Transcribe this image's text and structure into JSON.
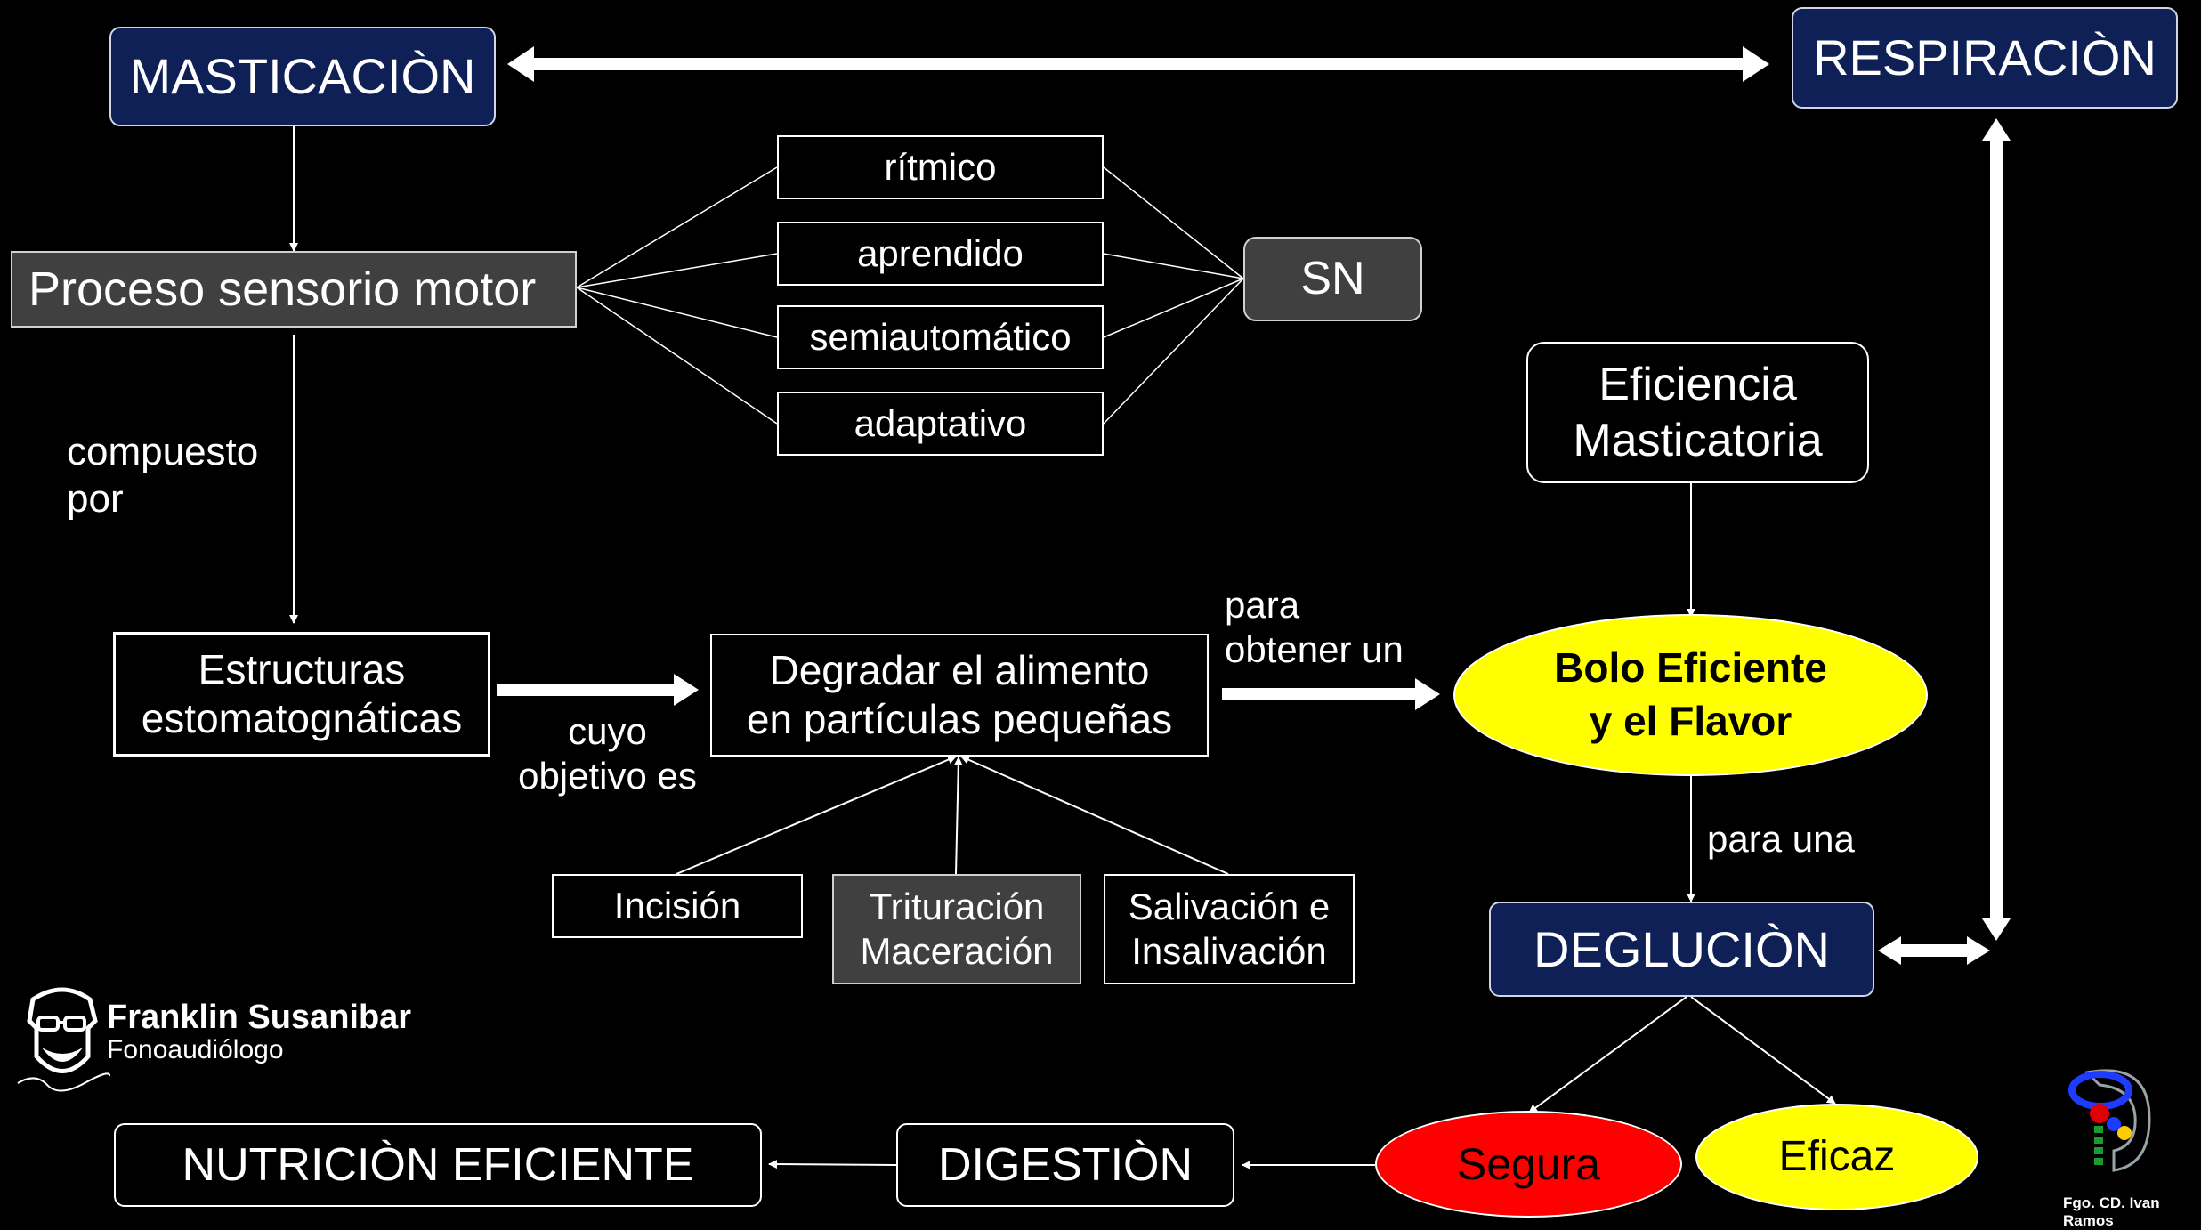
{
  "nodes": {
    "masticacion": "MASTICACIÒN",
    "respiracion": "RESPIRACIÒN",
    "proceso": "Proceso sensorio motor",
    "ritmico": "rítmico",
    "aprendido": "aprendido",
    "semiautomatico": "semiautomático",
    "adaptativo": "adaptativo",
    "sn": "SN",
    "eficiencia_line1": "Eficiencia",
    "eficiencia_line2": "Masticatoria",
    "estructuras_line1": "Estructuras",
    "estructuras_line2": "estomatognáticas",
    "degradar_line1": "Degradar el alimento",
    "degradar_line2": "en partículas pequeñas",
    "bolo_line1": "Bolo Eficiente",
    "bolo_line2": "y el Flavor",
    "incision": "Incisión",
    "trituracion_line1": "Trituración",
    "trituracion_line2": "Maceración",
    "salivacion_line1": "Salivación e",
    "salivacion_line2": "Insalivación",
    "deglucion": "DEGLUCIÒN",
    "segura": "Segura",
    "eficaz": "Eficaz",
    "digestion": "DIGESTIÒN",
    "nutricion": "NUTRICIÒN EFICIENTE"
  },
  "labels": {
    "compuesto_line1": "compuesto",
    "compuesto_line2": "por",
    "cuyo_line1": "cuyo",
    "cuyo_line2": "objetivo es",
    "para_line1": "para",
    "para_line2": "obtener un",
    "para_una": "para una"
  },
  "branding": {
    "name": "Franklin Susanibar",
    "role": "Fonoaudiólogo",
    "credit": "Fgo. CD. Ivan Ramos"
  },
  "colors": {
    "background": "#000000",
    "navy": "#0e2055",
    "gray_box": "#404040",
    "yellow": "#ffff00",
    "red": "#ff0000"
  }
}
